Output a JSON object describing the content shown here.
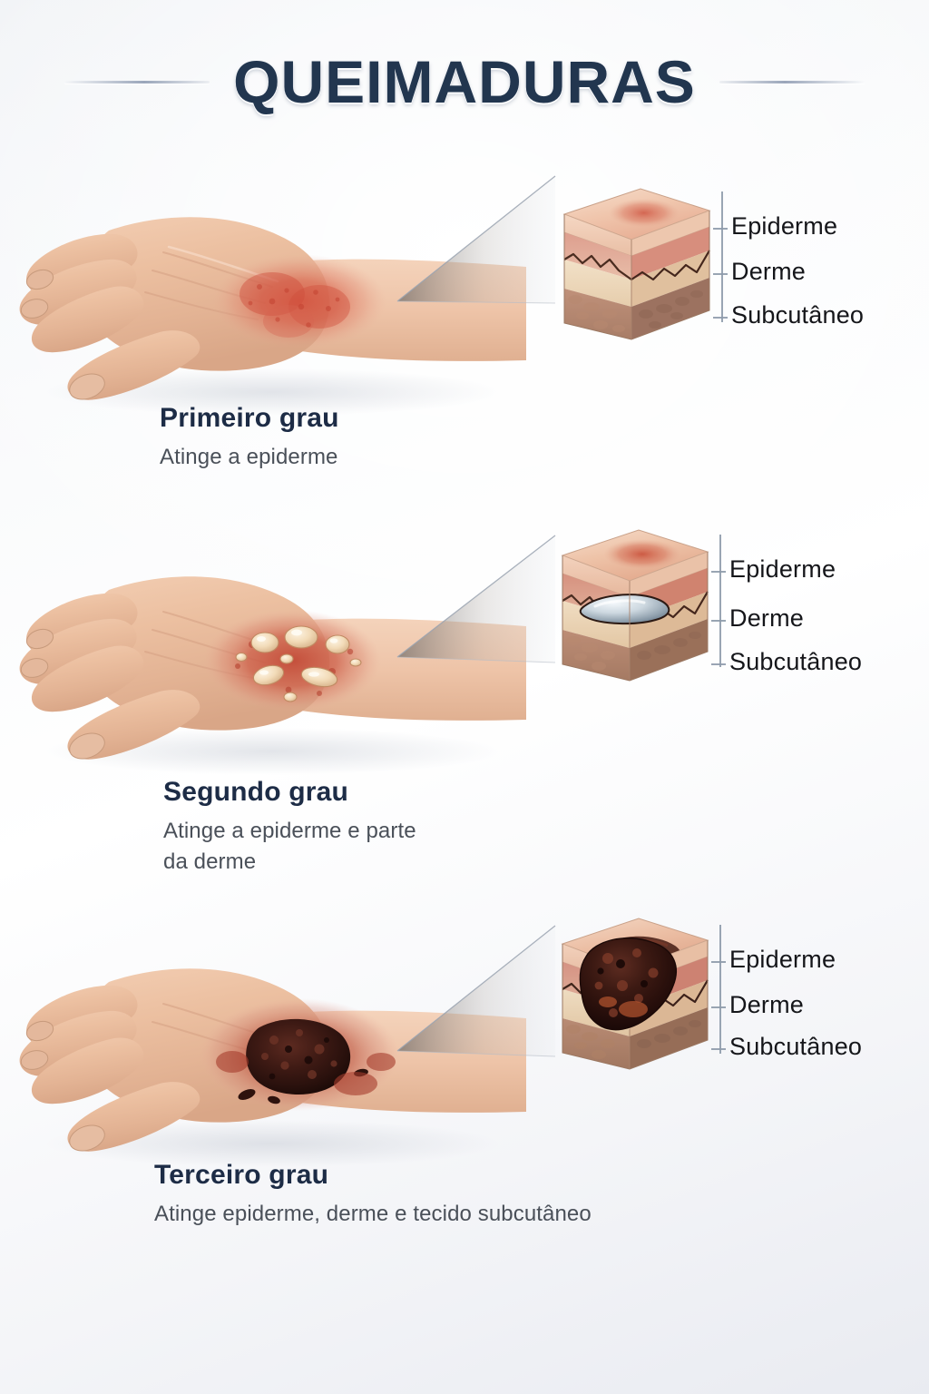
{
  "header": {
    "title": "QUEIMADURAS",
    "rule_left": "decorative-rule",
    "rule_right": "decorative-rule",
    "title_color": "#22364f"
  },
  "layer_labels": {
    "epidermis": "Epiderme",
    "dermis": "Derme",
    "subcutaneous": "Subcutâneo"
  },
  "sections": [
    {
      "id": "section-1",
      "degree": "first",
      "caption_title": "Primeiro grau",
      "caption_desc": "Atinge a epiderme",
      "hand_label": "hand-first-degree-burn",
      "wound_description": "erythema-red-patch",
      "cube_label": "skin-cross-section-first-degree",
      "labels": {
        "epidermis": "Epiderme",
        "dermis": "Derme",
        "subcutaneous": "Subcutâneo"
      }
    },
    {
      "id": "section-2",
      "degree": "second",
      "caption_title": "Segundo grau",
      "caption_desc": "Atinge a epiderme e parte\nda derme",
      "caption_desc_line1": "Atinge a epiderme e parte",
      "caption_desc_line2": "da derme",
      "hand_label": "hand-second-degree-burn",
      "wound_description": "blisters-fluid-filled",
      "cube_label": "skin-cross-section-second-degree",
      "labels": {
        "epidermis": "Epiderme",
        "dermis": "Derme",
        "subcutaneous": "Subcutâneo"
      }
    },
    {
      "id": "section-3",
      "degree": "third",
      "caption_title": "Terceiro grau",
      "caption_desc": "Atinge epiderme, derme e tecido subcutâneo",
      "hand_label": "hand-third-degree-burn",
      "wound_description": "charred-eschar-necrosis",
      "cube_label": "skin-cross-section-third-degree",
      "labels": {
        "epidermis": "Epiderme",
        "dermis": "Derme",
        "subcutaneous": "Subcutâneo"
      }
    }
  ],
  "colors": {
    "background_light": "#fafbfc",
    "background_tint": "#e9ebf1",
    "title_navy": "#22364f",
    "caption_title_navy": "#1d2c46",
    "caption_desc_gray": "#4a5059",
    "label_black": "#15161a",
    "bracket_gray": "#8e9bab",
    "skin_tone": "#e8bd9c",
    "burn_red": "#c8503f",
    "eschar_dark": "#3a1c16"
  }
}
